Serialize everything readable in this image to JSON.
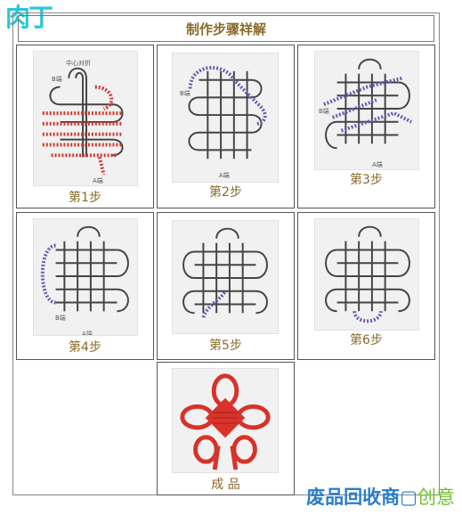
{
  "logo": "肉丁",
  "title": "制作步骤祥解",
  "steps": [
    {
      "label": "第1步",
      "annotations": [
        "中心对折",
        "B端",
        "A端"
      ]
    },
    {
      "label": "第2步",
      "annotations": [
        "B端",
        "A端"
      ]
    },
    {
      "label": "第3步",
      "annotations": [
        "B端",
        "A端"
      ]
    },
    {
      "label": "第4步",
      "annotations": [
        "B端",
        "A端"
      ]
    },
    {
      "label": "第5步",
      "annotations": []
    },
    {
      "label": "第6步",
      "annotations": []
    }
  ],
  "final": {
    "label": "成 品"
  },
  "watermark": {
    "main": "废品回收商",
    "suffix": "创意"
  }
}
